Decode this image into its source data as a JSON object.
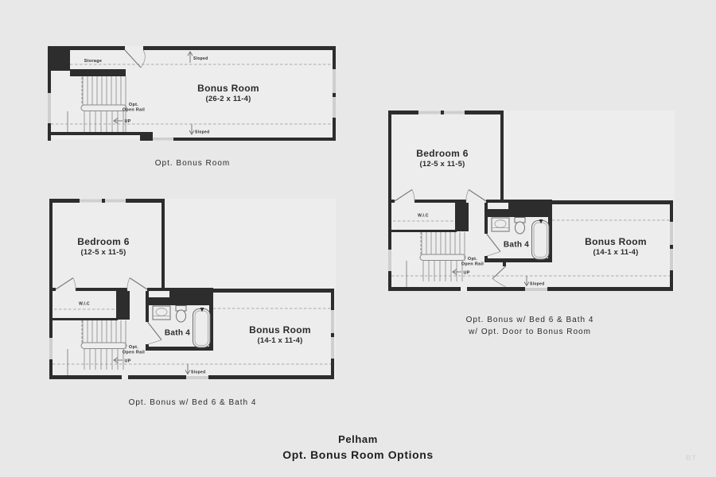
{
  "title": {
    "project": "Pelham",
    "subtitle": "Opt. Bonus Room Options"
  },
  "watermark": "BT",
  "colors": {
    "background": "#e8e8e8",
    "plan_fill": "#ededed",
    "wall": "#2d2d2d",
    "window": "#cfcfcf",
    "stair_line": "#9b9b9b",
    "dashed_line": "#aaaaaa",
    "text": "#2b2b2b"
  },
  "plans": [
    {
      "caption": "Opt. Bonus Room",
      "labels": {
        "storage": "Storage",
        "room": "Bonus Room",
        "room_dims": "(26-2 x 11-4)",
        "sloped_top": "Sloped",
        "sloped_bottom": "Sloped",
        "opt": "Opt.",
        "open_rail": "Open Rail",
        "up": "UP"
      }
    },
    {
      "caption": "Opt. Bonus w/ Bed 6 & Bath 4",
      "labels": {
        "bedroom": "Bedroom 6",
        "bedroom_dims": "(12-5 x 11-5)",
        "closet": "W.I.C",
        "bath": "Bath 4",
        "room": "Bonus Room",
        "room_dims": "(14-1 x 11-4)",
        "sloped": "Sloped",
        "opt": "Opt.",
        "open_rail": "Open Rail",
        "up": "UP"
      }
    },
    {
      "caption": "Opt. Bonus w/ Bed 6 & Bath 4",
      "caption2": "w/ Opt. Door to Bonus Room",
      "labels": {
        "bedroom": "Bedroom 6",
        "bedroom_dims": "(12-5 x 11-5)",
        "closet": "W.I.C",
        "bath": "Bath 4",
        "room": "Bonus Room",
        "room_dims": "(14-1 x 11-4)",
        "sloped": "Sloped",
        "opt": "Opt.",
        "open_rail": "Open Rail",
        "up": "UP"
      }
    }
  ]
}
